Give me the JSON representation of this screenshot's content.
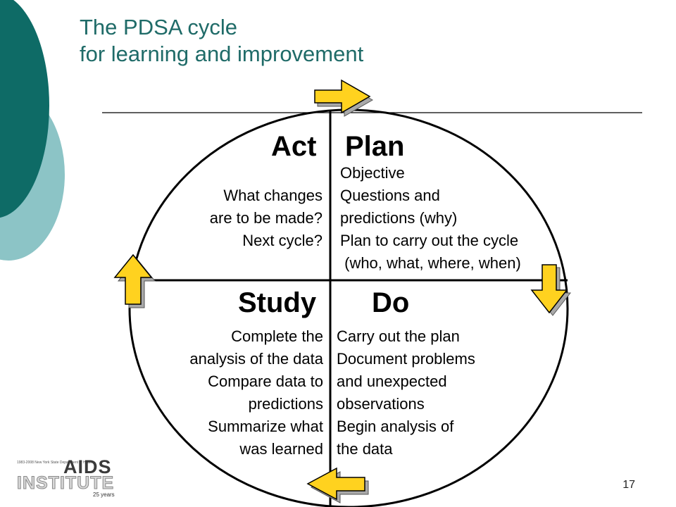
{
  "slide": {
    "title_line1": "The PDSA cycle",
    "title_line2": "for learning and improvement",
    "page_number": "17"
  },
  "quadrants": {
    "act": {
      "heading": "Act",
      "lines": [
        "What changes",
        "are to be made?",
        "Next cycle?"
      ]
    },
    "plan": {
      "heading": "Plan",
      "lines": [
        "Objective",
        "Questions and",
        "predictions (why)",
        "Plan to carry out the cycle",
        " (who, what, where, when)"
      ]
    },
    "study": {
      "heading": "Study",
      "lines": [
        "Complete the",
        "analysis of the data",
        "Compare data to",
        "predictions",
        "Summarize what",
        "was learned"
      ]
    },
    "do": {
      "heading": "Do",
      "lines": [
        "Carry out the plan",
        "Document problems",
        "and unexpected",
        "observations",
        "Begin analysis of",
        "the data"
      ]
    }
  },
  "logo": {
    "name_line1": "AIDS",
    "name_line2": "INSTITUTE",
    "tagline": "25 years",
    "small_text": "1983-2008 New York State Department of Health"
  },
  "colors": {
    "title": "#1f6b68",
    "dark_teal": "#0e6b66",
    "light_teal": "#8cc4c6",
    "arrow_fill": "#ffd21f",
    "arrow_shadow": "#a9a9a9"
  },
  "icons": [
    "arrow-right-icon",
    "arrow-down-icon",
    "arrow-left-icon",
    "arrow-up-icon"
  ]
}
